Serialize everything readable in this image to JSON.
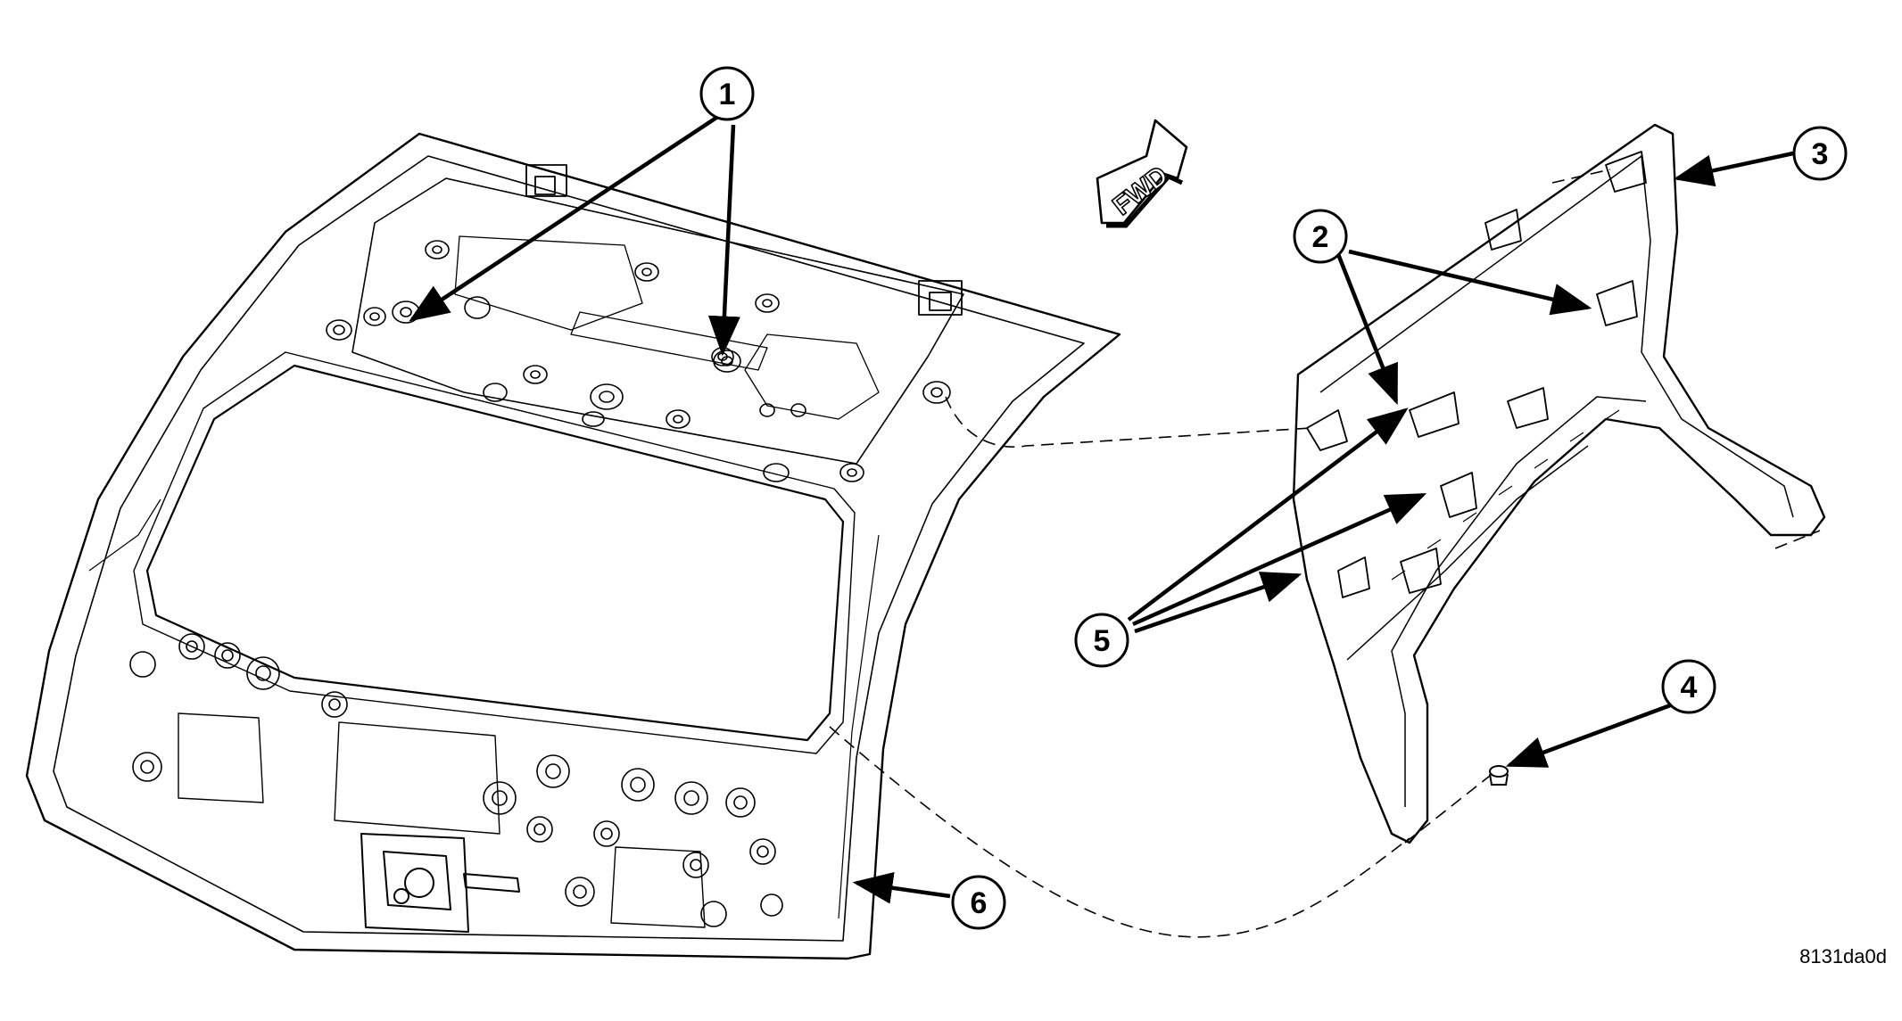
{
  "direction_indicator": {
    "label": "FWD"
  },
  "callouts": [
    {
      "number": "1"
    },
    {
      "number": "2"
    },
    {
      "number": "3"
    },
    {
      "number": "4"
    },
    {
      "number": "5"
    },
    {
      "number": "6"
    }
  ],
  "figure_code": "8131da0d",
  "colors": {
    "line": "#000000",
    "background": "#ffffff"
  }
}
